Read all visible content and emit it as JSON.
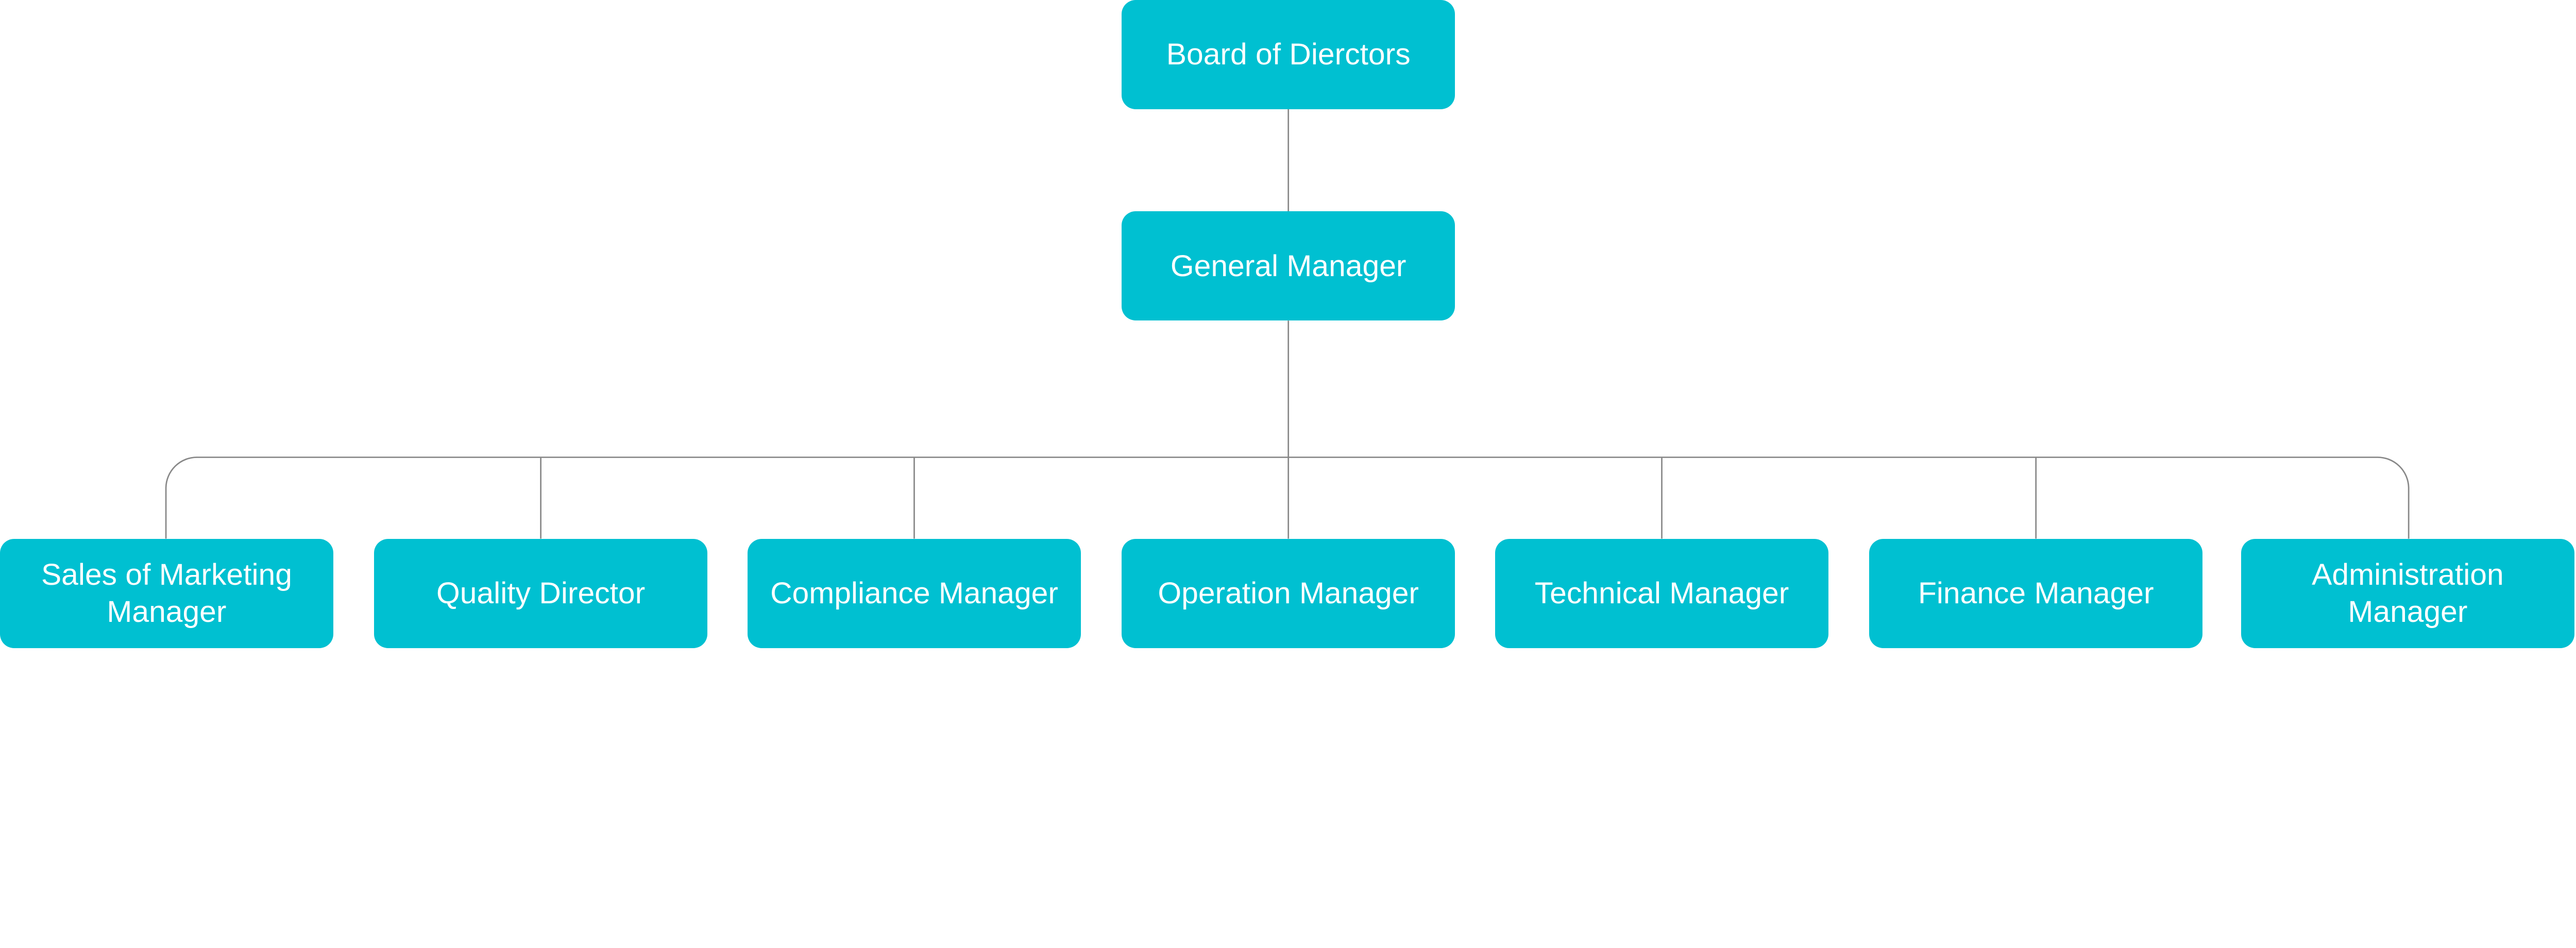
{
  "colors": {
    "node_fill": "#00c0d1",
    "node_text": "#ffffff",
    "connector": "#888888"
  },
  "root": {
    "label": "Board of Dierctors"
  },
  "manager": {
    "label": "General Manager"
  },
  "reports": [
    {
      "label": "Sales of Marketing Manager"
    },
    {
      "label": "Quality Director"
    },
    {
      "label": "Compliance Manager"
    },
    {
      "label": "Operation Manager"
    },
    {
      "label": "Technical Manager"
    },
    {
      "label": "Finance Manager"
    },
    {
      "label": "Administration Manager"
    }
  ]
}
